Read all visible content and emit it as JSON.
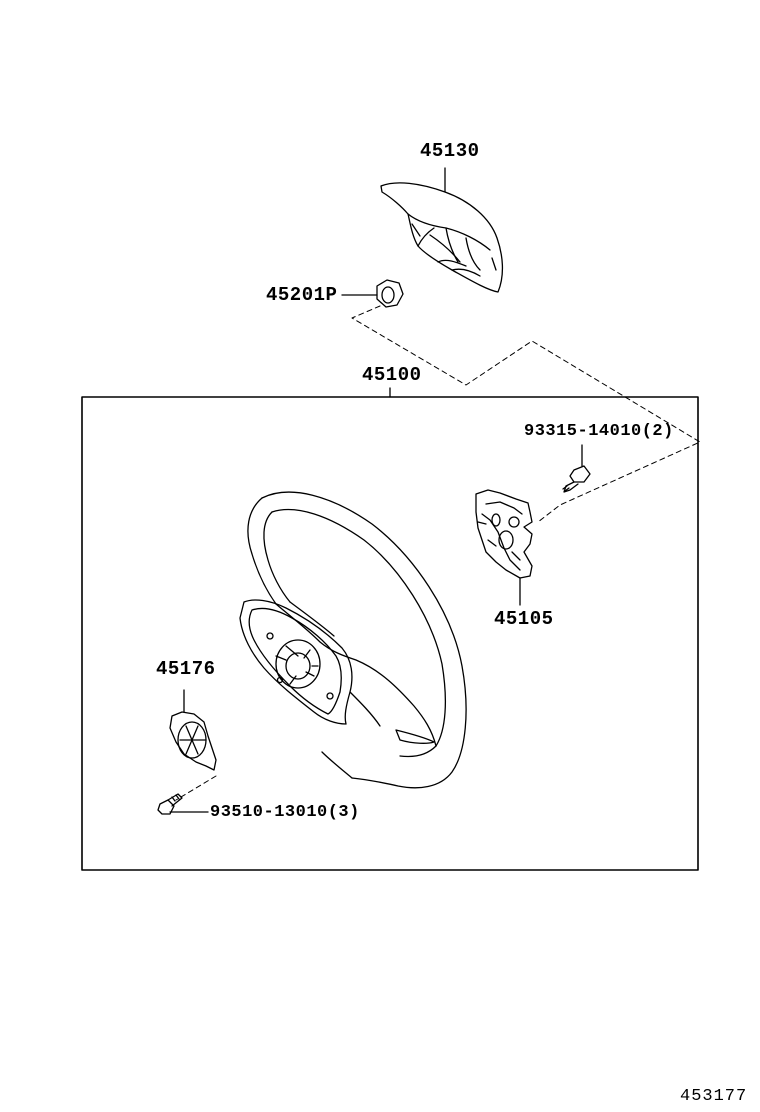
{
  "parts": {
    "cover": "45130",
    "nut": "45201P",
    "assembly": "45100",
    "screw_upper": "93315-14010(2)",
    "bracket": "45105",
    "plate": "45176",
    "screw_lower": "93510-13010(3)"
  },
  "illustration_ref": "453177"
}
